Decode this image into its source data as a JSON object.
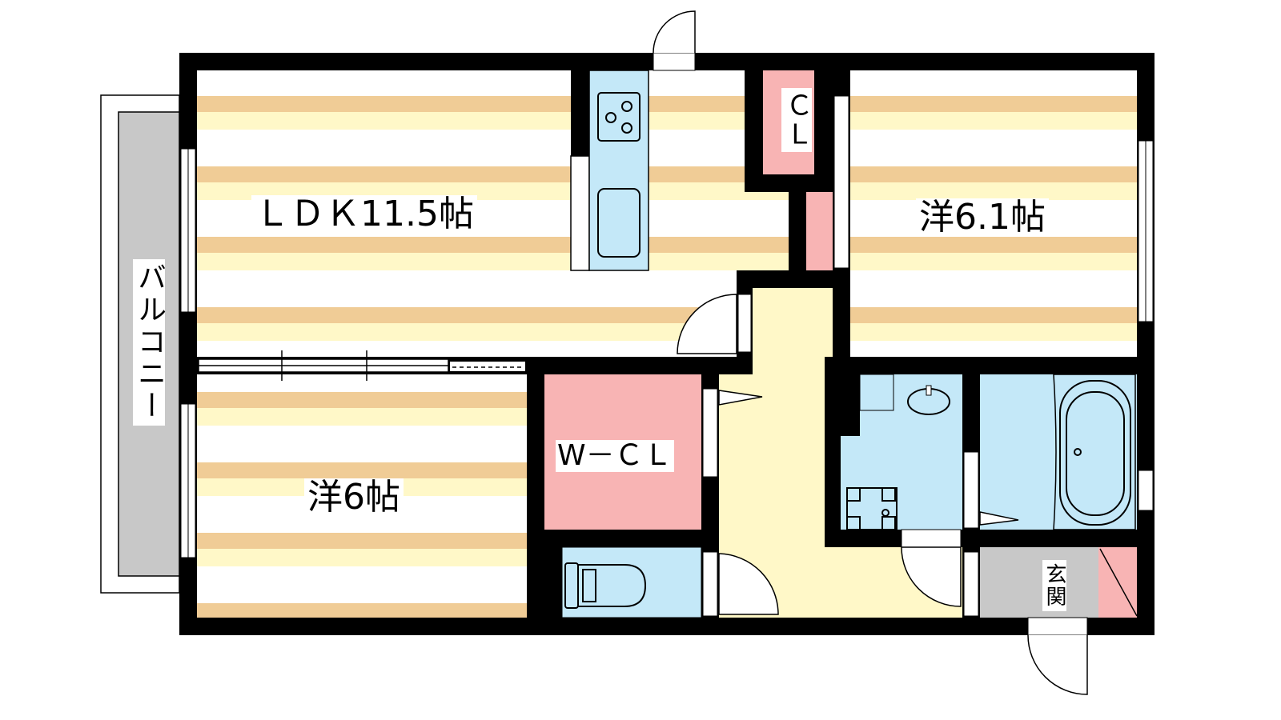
{
  "rooms": {
    "ldk": "ＬＤＫ11.5帖",
    "western_6_1": "洋6.1帖",
    "western_6": "洋6帖",
    "walk_in_closet": "W－ＣＬ",
    "closet": "ＣＬ",
    "balcony": "バルコニー",
    "entrance": "玄関"
  },
  "colors": {
    "wall": "#000000",
    "floor_stripe_dark": "#f0cc96",
    "floor_stripe_light": "#fff8c8",
    "wet_area": "#c4e8f8",
    "storage": "#f8b4b4",
    "hallway": "#fff8c8",
    "balcony": "#c8c8c8",
    "entrance": "#c8c8c8"
  }
}
